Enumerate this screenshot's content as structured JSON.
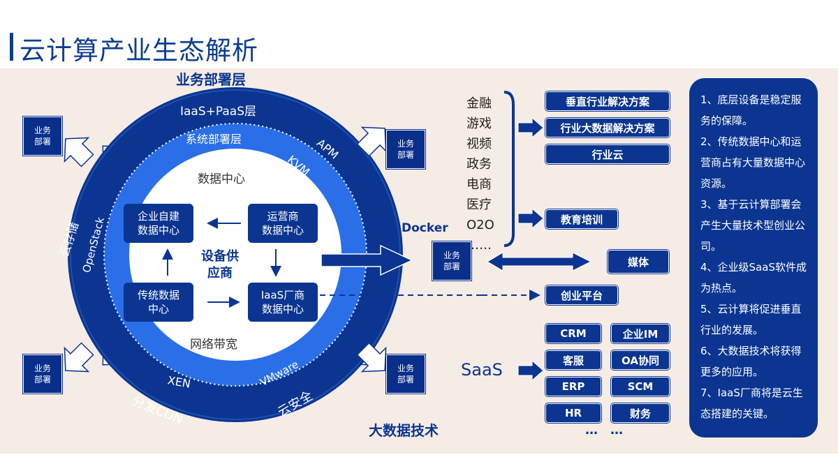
{
  "page_title": "云计算产业生态解析",
  "ring": {
    "top_title": "业务部署层",
    "bottom_title": "大数据技术",
    "outer_top": "IaaS+PaaS层",
    "inner_top": "系统部署层",
    "apm": "APM",
    "kvm": "KVM",
    "cloud_storage": "云存储",
    "openstack": "OpenStack",
    "xen": "XEN",
    "vmware": "VMware",
    "cdn": "分发CDN",
    "cloud_security": "云安全"
  },
  "deploy_boxes": [
    "业务\n部署",
    "业务\n部署",
    "业务\n部署",
    "业务\n部署",
    "业务\n部署"
  ],
  "center": {
    "data_center": "数据中心",
    "enterprise_dc": "企业自建\n数据中心",
    "operator_dc": "运营商\n数据中心",
    "traditional_dc": "传统数据\n中心",
    "iaas_dc": "IaaS厂商\n数据中心",
    "supplier": "设备供\n应商",
    "bandwidth": "网络带宽"
  },
  "docker": "Docker",
  "industries": [
    "金融",
    "游戏",
    "视频",
    "政务",
    "电商",
    "医疗",
    "O2O",
    "……"
  ],
  "solutions": {
    "vertical": "垂直行业解决方案",
    "bigdata": "行业大数据解决方案",
    "industry_cloud": "行业云",
    "education": "教育培训",
    "media": "媒体",
    "startup": "创业平台"
  },
  "saas": {
    "label": "SaaS",
    "items": [
      "CRM",
      "企业IM",
      "客服",
      "OA协同",
      "ERP",
      "SCM",
      "HR",
      "财务"
    ],
    "more": [
      "…",
      "…"
    ]
  },
  "notes": [
    "1、底层设备是稳定服务的保障。",
    "2、传统数据中心和运营商占有大量数据中心资源。",
    "3、基于云计算部署会产生大量技术型创业公司。",
    "4、企业级SaaS软件成为热点。",
    "5、云计算将促进垂直行业的发展。",
    "6、大数据技术将获得更多的应用。",
    "7、IaaS厂商将是云生态搭建的关键。"
  ],
  "colors": {
    "dark_blue": "#0b3590",
    "mid_blue": "#1f5fd6",
    "bright_blue": "#2a72f0",
    "panel_bg": "#f5ece5"
  }
}
